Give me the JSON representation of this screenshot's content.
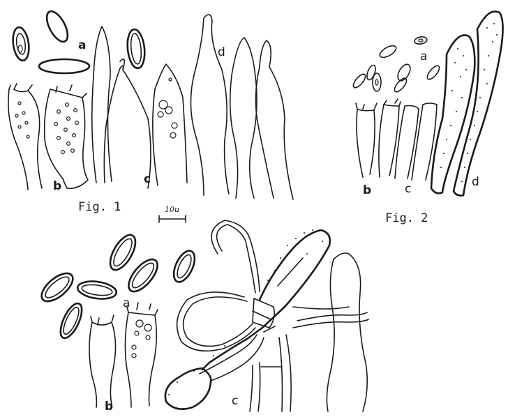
{
  "figure1": {
    "caption": "Fig. 1",
    "labels": {
      "a": "a",
      "b": "b",
      "c": "c",
      "d": "d"
    }
  },
  "figure2": {
    "caption": "Fig. 2",
    "labels": {
      "a": "a",
      "b": "b",
      "c": "c",
      "d": "d"
    }
  },
  "figure3": {
    "labels": {
      "a": "a",
      "b": "b",
      "c": "c"
    }
  },
  "scale_bar": {
    "label": "10u"
  },
  "colors": {
    "ink": "#1a1a1a",
    "background": "#ffffff"
  }
}
